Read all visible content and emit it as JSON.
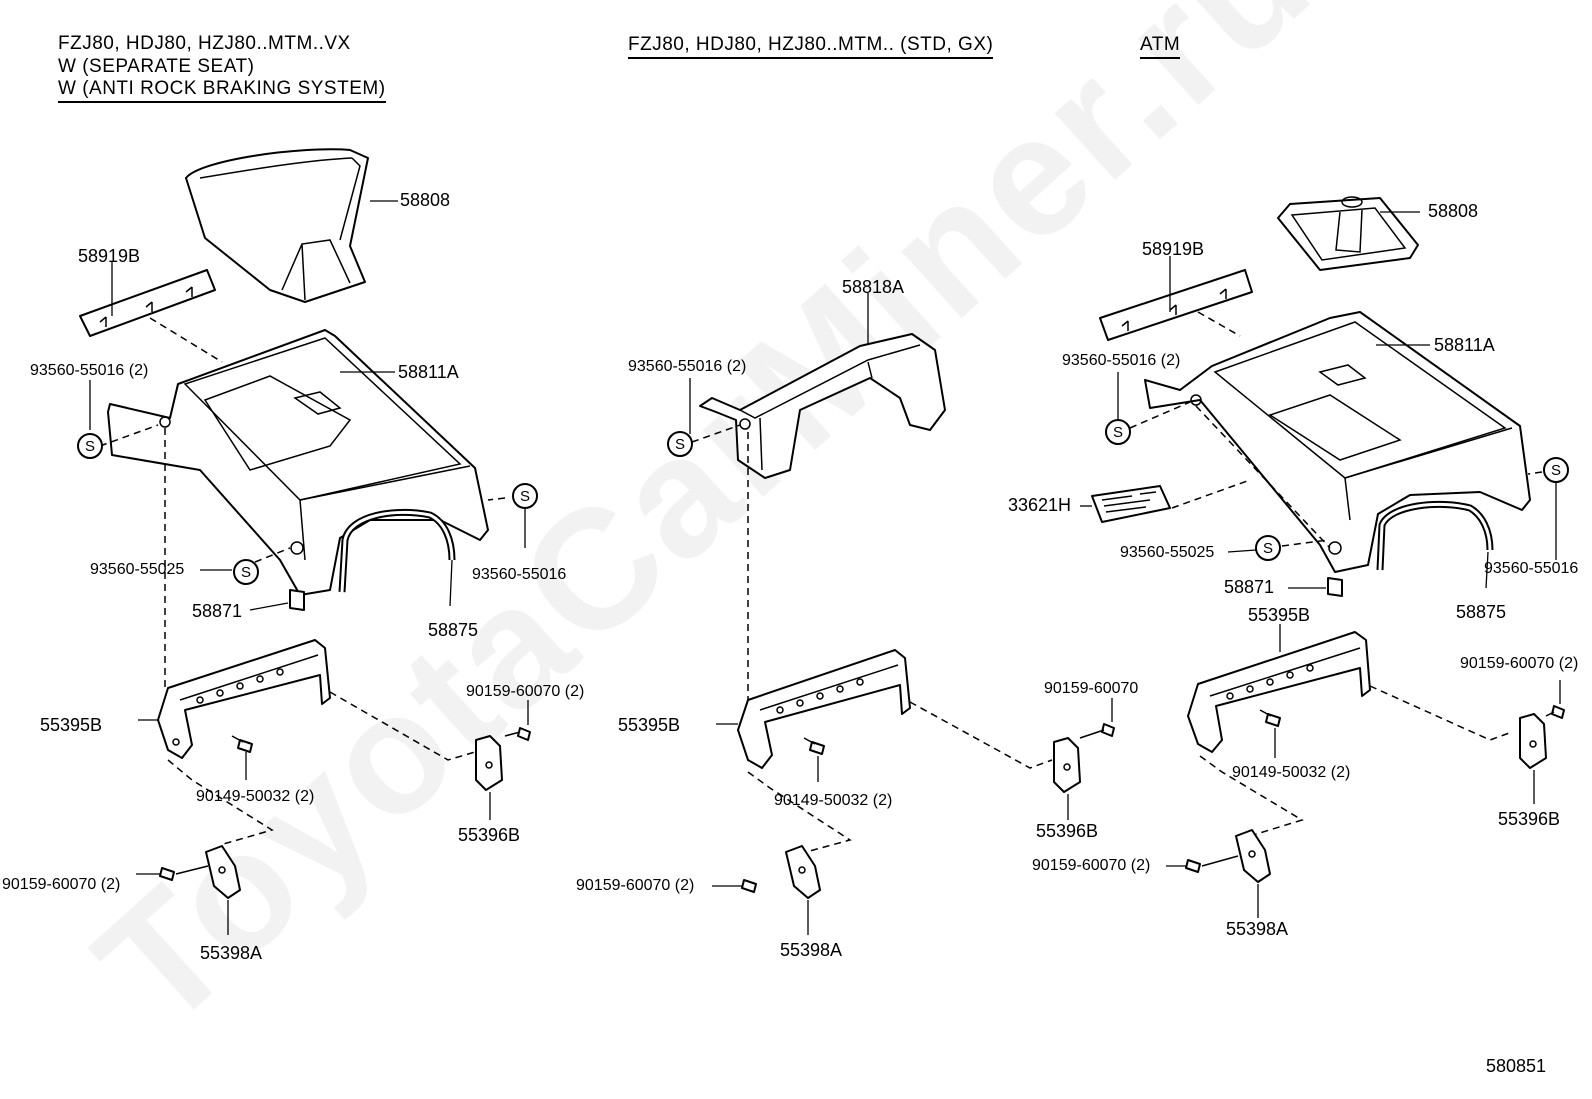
{
  "watermark": "ToyotaCarMiner.ru",
  "headers": {
    "left": [
      "FZJ80, HDJ80, HZJ80..MTM..VX",
      "W (SEPARATE SEAT)",
      "W (ANTI ROCK BRAKING SYSTEM)"
    ],
    "middle": "FZJ80, HDJ80, HZJ80..MTM.. (STD, GX)",
    "right": "ATM"
  },
  "s_marker": "S",
  "diagram_id": "580851",
  "labels": {
    "left": {
      "p58808": "58808",
      "p58919b": "58919B",
      "p93560_55016_2": "93560-55016 (2)",
      "p58811a": "58811A",
      "p93560_55025": "93560-55025",
      "p93560_55016": "93560-55016",
      "p58871": "58871",
      "p58875": "58875",
      "p55395b": "55395B",
      "p90159_60070_2a": "90159-60070 (2)",
      "p90149_50032_2": "90149-50032 (2)",
      "p55396b": "55396B",
      "p90159_60070_2b": "90159-60070 (2)",
      "p55398a": "55398A"
    },
    "middle": {
      "p58818a": "58818A",
      "p93560_55016_2": "93560-55016 (2)",
      "p55395b": "55395B",
      "p90159_60070": "90159-60070",
      "p90149_50032_2": "90149-50032 (2)",
      "p55396b": "55396B",
      "p90159_60070_2": "90159-60070 (2)",
      "p55398a": "55398A"
    },
    "right": {
      "p58808": "58808",
      "p58919b": "58919B",
      "p58811a": "58811A",
      "p93560_55016_2": "93560-55016 (2)",
      "p33621h": "33621H",
      "p93560_55025": "93560-55025",
      "p93560_55016": "93560-55016",
      "p58871": "58871",
      "p58875": "58875",
      "p55395b": "55395B",
      "p90159_60070_2a": "90159-60070 (2)",
      "p90149_50032_2": "90149-50032 (2)",
      "p55396b": "55396B",
      "p90159_60070_2b": "90159-60070 (2)",
      "p55398a": "55398A"
    }
  }
}
